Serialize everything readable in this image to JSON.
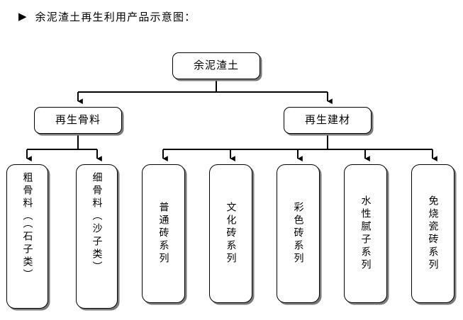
{
  "header": {
    "bullet_icon": "triangle-right-icon",
    "bullet_glyph": "▶",
    "title": "余泥渣土再生利用产品示意图："
  },
  "diagram": {
    "type": "tree-flowchart",
    "orientation": "top-down",
    "node_shape": "rounded-rectangle",
    "colors": {
      "stroke": "#000000",
      "fill": "#ffffff",
      "shadow": "#7a7a7a",
      "text": "#000000"
    },
    "levels": [
      {
        "level": 1,
        "nodes": [
          {
            "id": "root",
            "label": "余泥渣土",
            "text_direction": "horizontal"
          }
        ]
      },
      {
        "level": 2,
        "nodes": [
          {
            "id": "aggregate",
            "label": "再生骨料",
            "text_direction": "horizontal"
          },
          {
            "id": "building-material",
            "label": "再生建材",
            "text_direction": "horizontal"
          }
        ]
      },
      {
        "level": 3,
        "parent_aggregate": [
          {
            "id": "coarse-aggregate",
            "label": "粗骨料（（石子类）",
            "text_direction": "vertical"
          },
          {
            "id": "fine-aggregate",
            "label": "细骨料（沙子类）",
            "text_direction": "vertical"
          }
        ],
        "parent_building_material": [
          {
            "id": "ordinary-brick",
            "label": "普通砖系列",
            "text_direction": "vertical"
          },
          {
            "id": "culture-brick",
            "label": "文化砖系列",
            "text_direction": "vertical"
          },
          {
            "id": "color-brick",
            "label": "彩色砖系列",
            "text_direction": "vertical"
          },
          {
            "id": "waterborne-putty",
            "label": "水性腻子系列",
            "text_direction": "vertical"
          },
          {
            "id": "unfired-tile",
            "label": "免烧瓷砖系列",
            "text_direction": "vertical"
          }
        ]
      }
    ]
  }
}
